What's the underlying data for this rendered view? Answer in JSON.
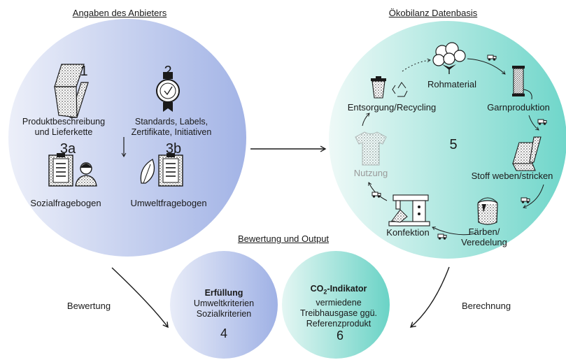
{
  "sections": {
    "left_title": "Angaben des Anbieters",
    "right_title": "Ökobilanz Datenbasis",
    "bottom_title": "Bewertung und Output"
  },
  "left": {
    "n1": "1",
    "item1_line1": "Produktbeschreibung",
    "item1_line2": "und Lieferkette",
    "n2": "2",
    "item2_line1": "Standards, Labels,",
    "item2_line2": "Zertifikate, Initiativen",
    "n3a": "3a",
    "item3a": "Sozialfragebogen",
    "n3b": "3b",
    "item3b": "Umweltfragebogen"
  },
  "cycle": {
    "n5": "5",
    "rohmaterial": "Rohmaterial",
    "garnproduktion": "Garnproduktion",
    "stoff": "Stoff weben/stricken",
    "faerben_line1": "Färben/",
    "faerben_line2": "Veredelung",
    "konfektion": "Konfektion",
    "nutzung": "Nutzung",
    "entsorgung": "Entsorgung/Recycling"
  },
  "output": {
    "bewertung": "Bewertung",
    "berechnung": "Berechnung",
    "c4_title": "Erfüllung",
    "c4_line1": "Umweltkriterien",
    "c4_line2": "Sozialkriterien",
    "c4_num": "4",
    "c6_title_pre": "CO",
    "c6_title_sub": "2",
    "c6_title_post": "-Indikator",
    "c6_line1": "vermiedene",
    "c6_line2": "Treibhausgase ggü.",
    "c6_line3": "Referenzprodukt",
    "c6_num": "6"
  },
  "colors": {
    "blue": "#a9b9e6",
    "blue_light": "#e6eaf8",
    "teal": "#7ed9cf",
    "teal_light": "#e4f7f4",
    "ink": "#1a1a1a"
  }
}
